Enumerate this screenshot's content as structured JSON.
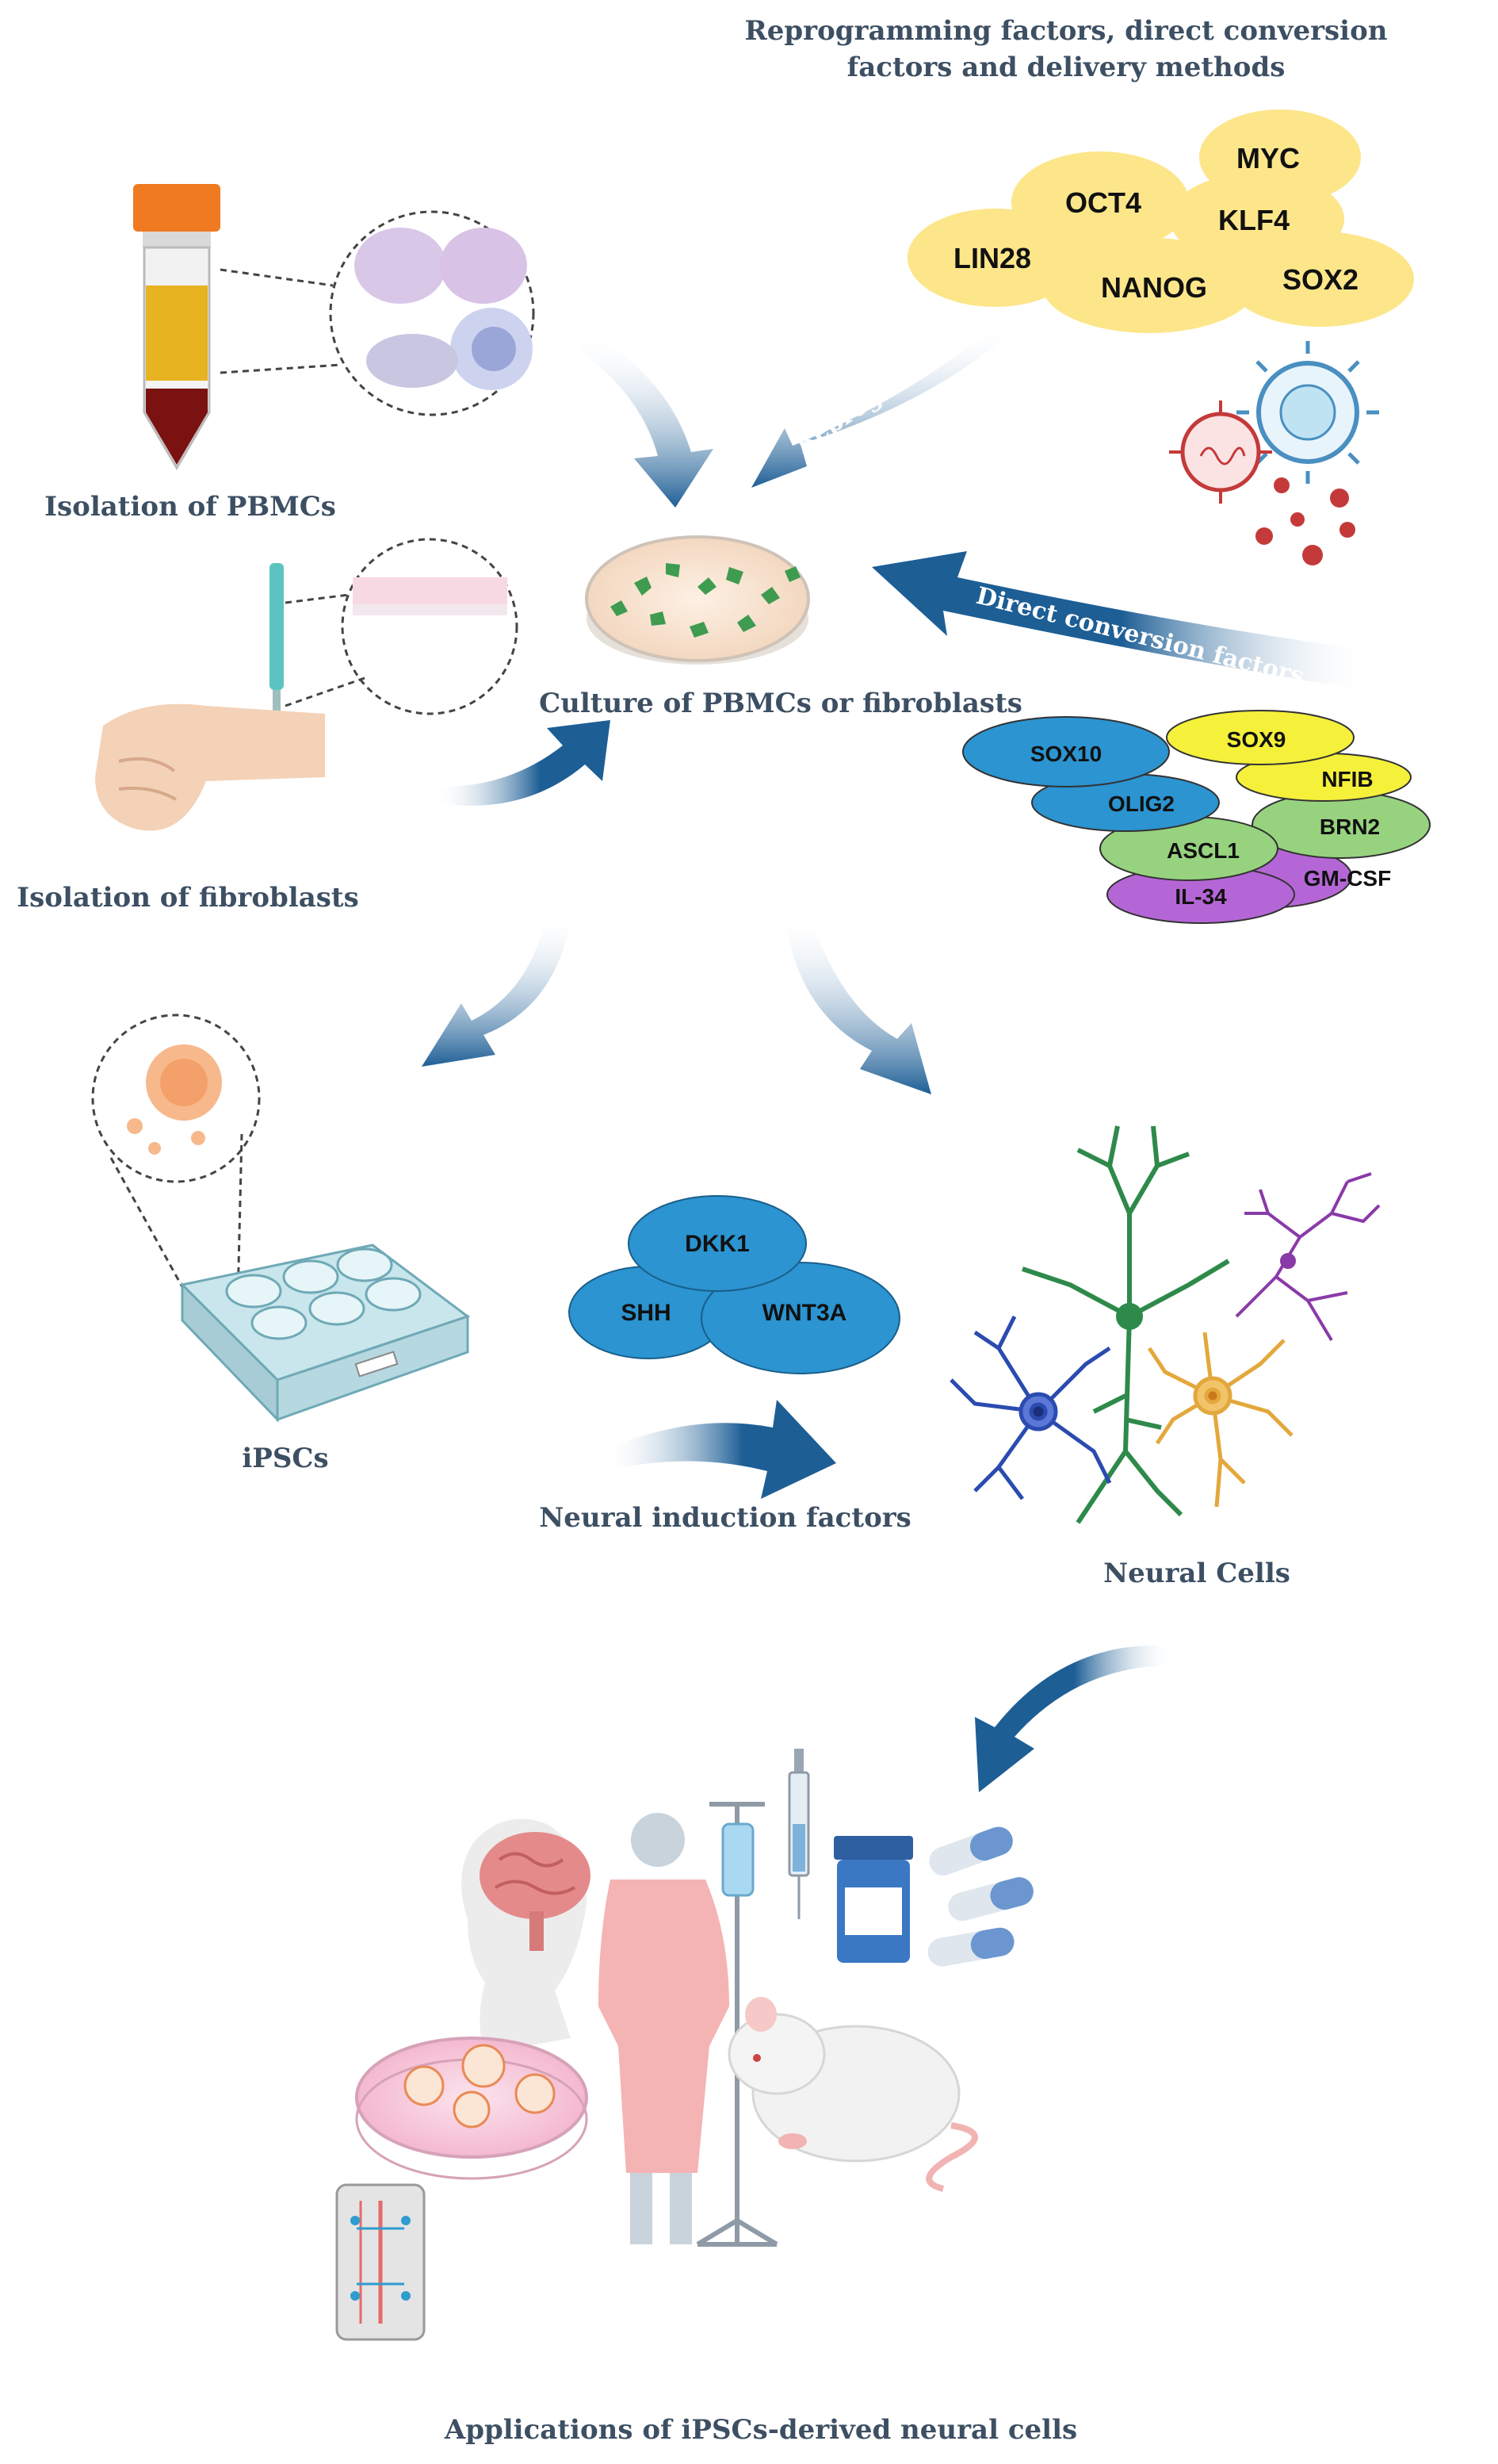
{
  "title": {
    "line1": "Reprogramming factors, direct conversion",
    "line2": "factors and delivery methods"
  },
  "captions": {
    "pbmc": "Isolation of PBMCs",
    "fibro": "Isolation of fibroblasts",
    "culture": "Culture of PBMCs or fibroblasts",
    "ipscs": "iPSCs",
    "neural_induction": "Neural induction factors",
    "neural_cells": "Neural Cells",
    "applications": "Applications of iPSCs-derived neural cells"
  },
  "arrow_labels": {
    "reprogramming": "Reprogramming",
    "direct": "Direct conversion factors"
  },
  "reprogramming_factors": [
    "MYC",
    "OCT4",
    "KLF4",
    "LIN28",
    "NANOG",
    "SOX2"
  ],
  "conversion_factors": [
    "SOX10",
    "SOX9",
    "NFIB",
    "OLIG2",
    "BRN2",
    "ASCL1",
    "GM-CSF",
    "IL-34"
  ],
  "induction_factors": [
    "DKK1",
    "SHH",
    "WNT3A"
  ],
  "colors": {
    "yellow": "#fde68a",
    "blue_chip": "#2b94d1",
    "yellow_chip": "#f5f03a",
    "green_chip": "#97d37f",
    "purple_chip": "#b566d6",
    "arrow": "#1d5e95",
    "caption": "#3d4f63"
  }
}
